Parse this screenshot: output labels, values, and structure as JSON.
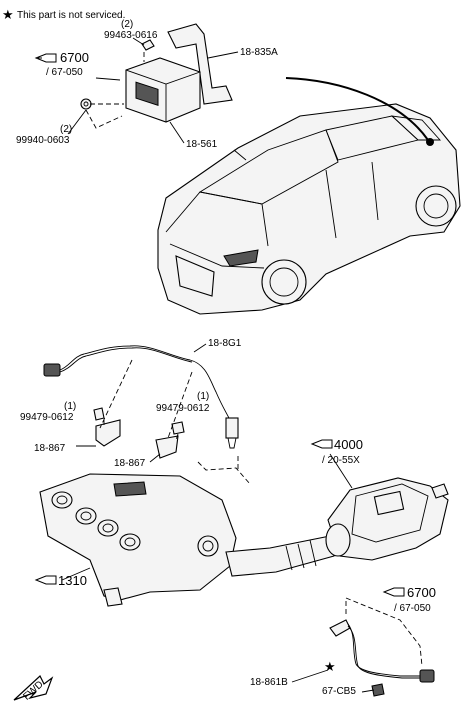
{
  "legend": {
    "star_symbol": "★",
    "text": "This part is not serviced."
  },
  "labels": {
    "qty_99463": "(2)",
    "pn_99463": "99463-0616",
    "ref_6700_top": "6700",
    "ref_67050_top": "/ 67-050",
    "pn_18835A": "18-835A",
    "qty_99940": "(2)",
    "pn_99940": "99940-0603",
    "pn_18561": "18-561",
    "pn_188G1": "18-8G1",
    "qty_99479_left": "(1)",
    "pn_99479_left": "99479-0612",
    "qty_99479_right": "(1)",
    "pn_99479_right": "99479-0612",
    "pn_18867_left": "18-867",
    "pn_18867_mid": "18-867",
    "ref_4000": "4000",
    "ref_2055X": "/ 20-55X",
    "ref_1310": "1310",
    "ref_6700_bottom": "6700",
    "ref_67050_bottom": "/ 67-050",
    "pn_18861B": "18-861B",
    "pn_67CB5": "67-CB5",
    "fwd": "FWD"
  },
  "icons": [
    "pointing-hand-icon",
    "star-icon",
    "fwd-arrow-icon"
  ]
}
